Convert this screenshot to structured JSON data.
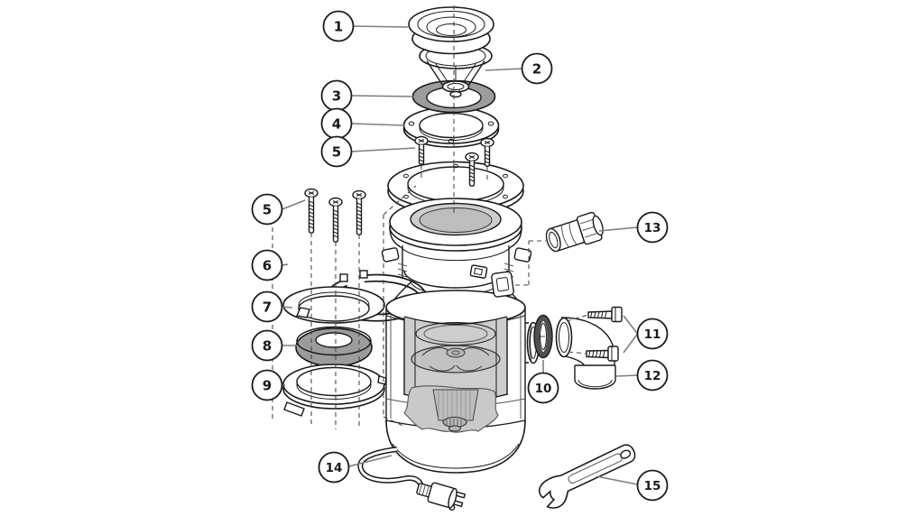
{
  "diagram": {
    "colors": {
      "line": "#1a1a1a",
      "leader": "#7d7d7d",
      "dashed": "#4a4a4a",
      "gasket_gray": "#9c9c9c",
      "interior_gray": "#cdcdcd",
      "interior_gray_dark": "#bdbdbd",
      "oring_dark": "#4f4f4f",
      "background": "#ffffff"
    },
    "callouts": [
      {
        "id": "callout-1",
        "number": "1"
      },
      {
        "id": "callout-2",
        "number": "2"
      },
      {
        "id": "callout-3",
        "number": "3"
      },
      {
        "id": "callout-4",
        "number": "4"
      },
      {
        "id": "callout-5-upper",
        "number": "5"
      },
      {
        "id": "callout-5-lower",
        "number": "5"
      },
      {
        "id": "callout-6",
        "number": "6"
      },
      {
        "id": "callout-7",
        "number": "7"
      },
      {
        "id": "callout-8",
        "number": "8"
      },
      {
        "id": "callout-9",
        "number": "9"
      },
      {
        "id": "callout-10",
        "number": "10"
      },
      {
        "id": "callout-11",
        "number": "11"
      },
      {
        "id": "callout-12",
        "number": "12"
      },
      {
        "id": "callout-13",
        "number": "13"
      },
      {
        "id": "callout-14",
        "number": "14"
      },
      {
        "id": "callout-15",
        "number": "15"
      }
    ]
  }
}
